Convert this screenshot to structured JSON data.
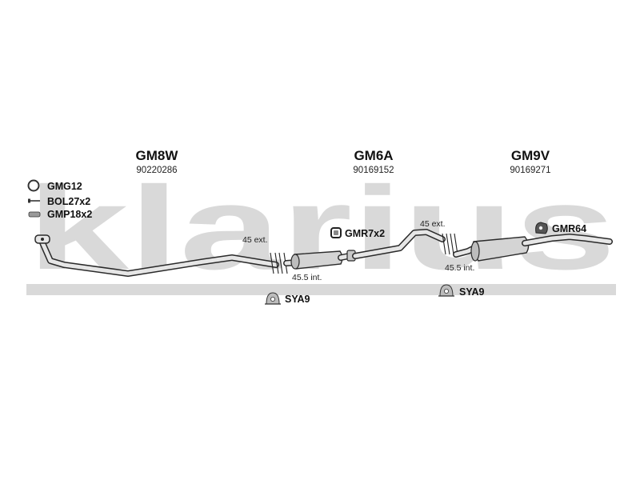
{
  "watermark": {
    "brand_text": "klarius"
  },
  "sections": [
    {
      "code": "GM8W",
      "part_number": "90220286"
    },
    {
      "code": "GM6A",
      "part_number": "90169152"
    },
    {
      "code": "GM9V",
      "part_number": "90169271"
    }
  ],
  "kit_items": [
    {
      "label": "GMG12",
      "icon": "gasket-ring-icon"
    },
    {
      "label": "BOL27x2",
      "icon": "bolt-icon"
    },
    {
      "label": "GMP18x2",
      "icon": "spring-icon"
    }
  ],
  "fittings": {
    "rubber_mount_1": {
      "label": "GMR7x2",
      "icon": "rubber-mount-icon"
    },
    "rubber_mount_2": {
      "label": "GMR64",
      "icon": "rubber-mount-icon"
    },
    "clamp_1": {
      "label": "SYA9",
      "icon": "clamp-icon"
    },
    "clamp_2": {
      "label": "SYA9",
      "icon": "clamp-icon"
    }
  },
  "joints": {
    "joint_1": {
      "ext": "45 ext.",
      "int": "45.5 int."
    },
    "joint_2": {
      "ext": "45 ext.",
      "int": "45.5 int."
    }
  },
  "colors": {
    "watermark": "#d9d9d9",
    "pipe_outline": "#2a2a2a",
    "pipe_fill": "#e6e6e6",
    "muffler": "#d4d4d4"
  }
}
